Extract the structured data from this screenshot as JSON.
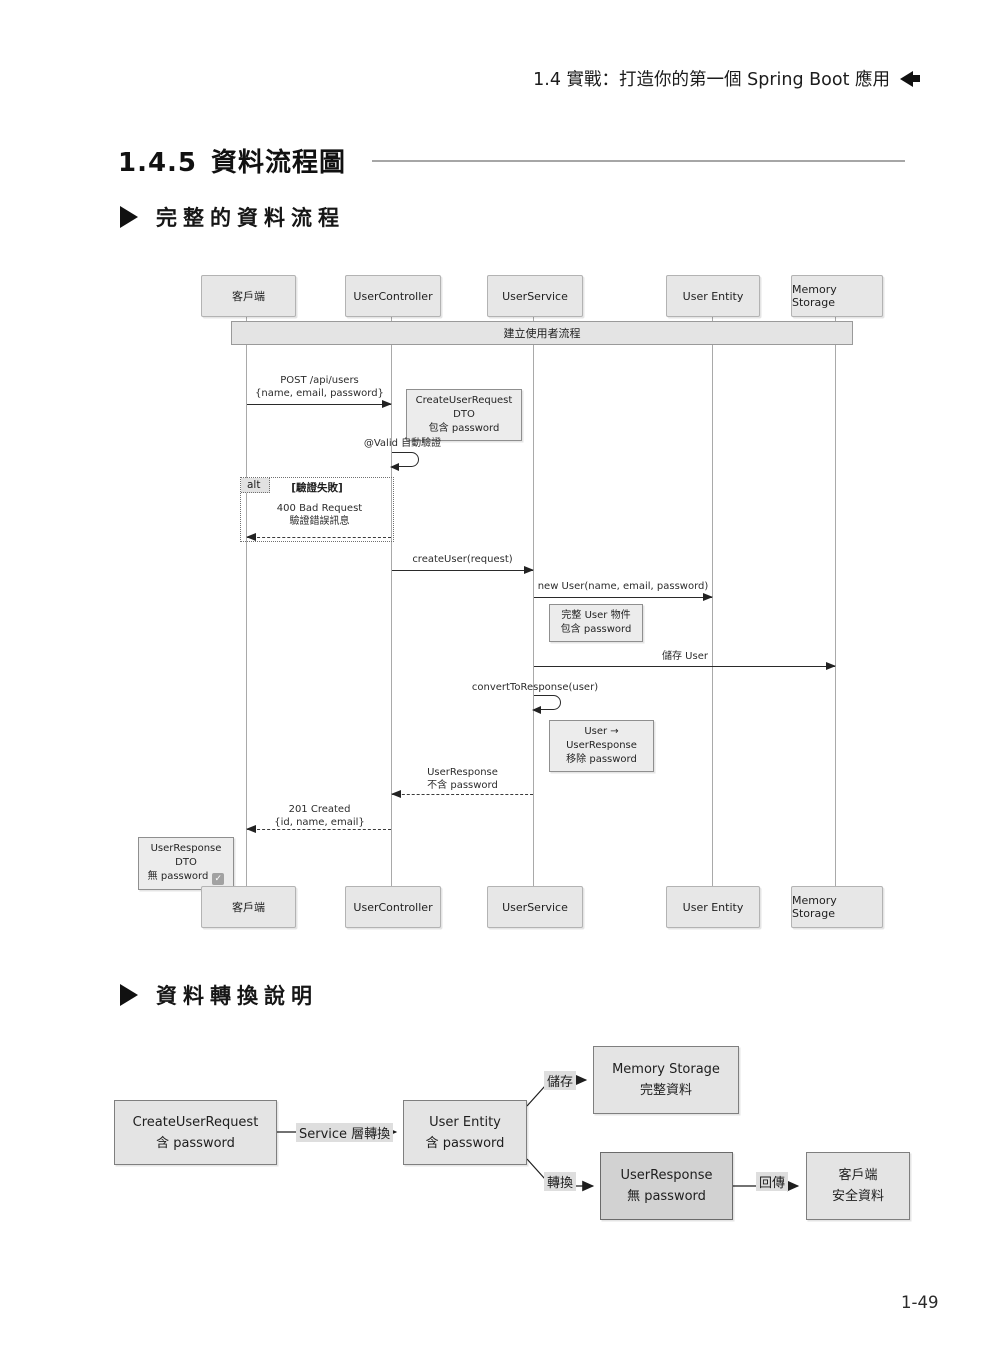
{
  "page": {
    "running_header": "1.4 實戰：打造你的第一個 Spring Boot 應用",
    "page_number": "1-49"
  },
  "section": {
    "number": "1.4.5",
    "title": "資料流程圖"
  },
  "subtitle_flow": "完整的資料流程",
  "subtitle_transform": "資料轉換說明",
  "sequence": {
    "participants": [
      "客戶端",
      "UserController",
      "UserService",
      "User Entity",
      "Memory Storage"
    ],
    "banner": "建立使用者流程",
    "msg_post_line1": "POST /api/users",
    "msg_post_line2": "{name, email, password}",
    "note_dto_line1": "CreateUserRequest DTO",
    "note_dto_line2": "包含 password",
    "msg_valid": "@Valid 自動驗證",
    "alt_label": "alt",
    "alt_condition": "[驗證失敗]",
    "alt_msg_line1": "400 Bad Request",
    "alt_msg_line2": "驗證錯誤訊息",
    "msg_create": "createUser(request)",
    "msg_newuser": "new User(name, email, password)",
    "note_user_line1": "完整 User 物件",
    "note_user_line2": "包含 password",
    "msg_store": "儲存 User",
    "msg_convert": "convertToResponse(user)",
    "note_convert_line1": "User → UserResponse",
    "note_convert_line2": "移除 password",
    "msg_response_line1": "UserResponse",
    "msg_response_line2": "不含 password",
    "msg_created_line1": "201 Created",
    "msg_created_line2": "{id, name, email}",
    "note_result_line1": "UserResponse DTO",
    "note_result_line2": "無 password",
    "check_glyph": "✓"
  },
  "flowchart": {
    "node_request_title": "CreateUserRequest",
    "node_request_sub": "含 password",
    "node_entity_title": "User Entity",
    "node_entity_sub": "含 password",
    "node_storage_title": "Memory Storage",
    "node_storage_sub": "完整資料",
    "node_response_title": "UserResponse",
    "node_response_sub": "無 password",
    "node_client_title": "客戶端",
    "node_client_sub": "安全資料",
    "edge_service": "Service 層轉換",
    "edge_store": "儲存",
    "edge_convert": "轉換",
    "edge_return": "回傳"
  },
  "colors": {
    "participant_fill": "#e7e7e7",
    "note_fill": "#ececec",
    "highlight_fill": "#d2d2d2",
    "edge_label_fill": "#dedede",
    "line": "#2a2a2a"
  }
}
